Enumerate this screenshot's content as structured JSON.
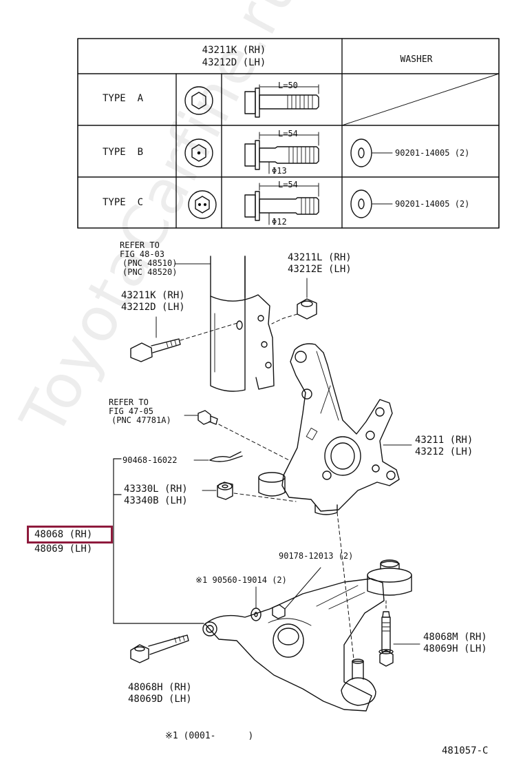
{
  "table": {
    "header_bolt": [
      "43211K (RH)",
      "43212D (LH)"
    ],
    "header_washer": "WASHER",
    "rows": [
      {
        "type": "TYPE  A",
        "length": "L=50",
        "diameter": "",
        "washer_part": ""
      },
      {
        "type": "TYPE  B",
        "length": "L=54",
        "diameter": "Φ13",
        "washer_part": "90201-14005 (2)"
      },
      {
        "type": "TYPE  C",
        "length": "L=54",
        "diameter": "Φ12",
        "washer_part": "90201-14005 (2)"
      }
    ]
  },
  "callouts": {
    "refer_48": [
      "REFER TO",
      "FIG 48-03",
      "(PNC 48510)",
      "(PNC 48520)"
    ],
    "bolt_top": [
      "43211L (RH)",
      "43212E (LH)"
    ],
    "bolt_left": [
      "43211K (RH)",
      "43212D (LH)"
    ],
    "refer_47": [
      "REFER TO",
      "FIG 47-05",
      "(PNC 47781A)"
    ],
    "knuckle": [
      "43211 (RH)",
      "43212 (LH)"
    ],
    "cotter_pin": "90468-16022",
    "nut": [
      "43330L (RH)",
      "43340B (LH)"
    ],
    "arm_rh": "48068 (RH)",
    "arm_lh": "48069 (LH)",
    "washer_bolt": "90178-12013 (2)",
    "marked_part": "※1 90560-19014 (2)",
    "rear_bolt": [
      "48068M (RH)",
      "48069H (LH)"
    ],
    "front_bolt": [
      "48068H (RH)",
      "48069D (LH)"
    ],
    "footnote": "※1 (0001-      )",
    "diagram_code": "481057-C"
  },
  "watermark": "ToyotaCarfine.ru",
  "colors": {
    "highlight": "#8e1a3c",
    "ink": "#111111"
  }
}
